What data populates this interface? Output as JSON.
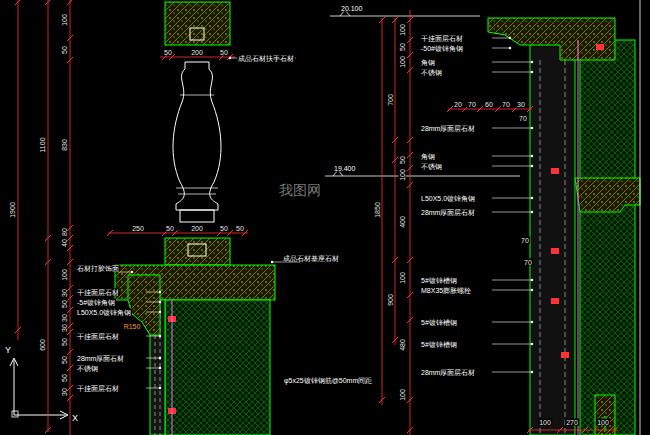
{
  "diagram": {
    "labels": [
      "100",
      "50",
      "830",
      "80",
      "40",
      "100",
      "30",
      "50",
      "30",
      "30",
      "50",
      "50",
      "50",
      "30",
      "1100",
      "1900",
      "600",
      "50",
      "200",
      "50",
      "250",
      "50",
      "200",
      "50",
      "50",
      "石材打胶饰面",
      "干挂面层石材",
      "-5#镀锌角钢",
      "L50X5.0镀锌角钢",
      "R150",
      "干挂面层石材",
      "28mm厚面石材",
      "不锈钢",
      "干挂面层石材",
      "成品石材扶手石材",
      "成品石材基座石材",
      "φ5x25镀锌钢筋@50mm间距",
      "我图网",
      "20.100",
      "19.400",
      "100",
      "50",
      "100",
      "50",
      "100",
      "400",
      "100",
      "480",
      "100",
      "700",
      "900",
      "1850",
      "干挂面层石材",
      "-50#镀锌角钢",
      "角钢",
      "不锈钢",
      "20",
      "70",
      "60",
      "70",
      "30",
      "70",
      "28mm厚面层石材",
      "角钢",
      "不锈钢",
      "L50X5.0镀锌角钢",
      "28mm厚面层石材",
      "70",
      "70",
      "5#镀锌槽钢",
      "M8X35膨胀螺栓",
      "5#镀锌槽钢",
      "5#镀锌槽钢",
      "28mm厚面层石材",
      "100",
      "270",
      "100",
      "Y",
      "X"
    ]
  }
}
